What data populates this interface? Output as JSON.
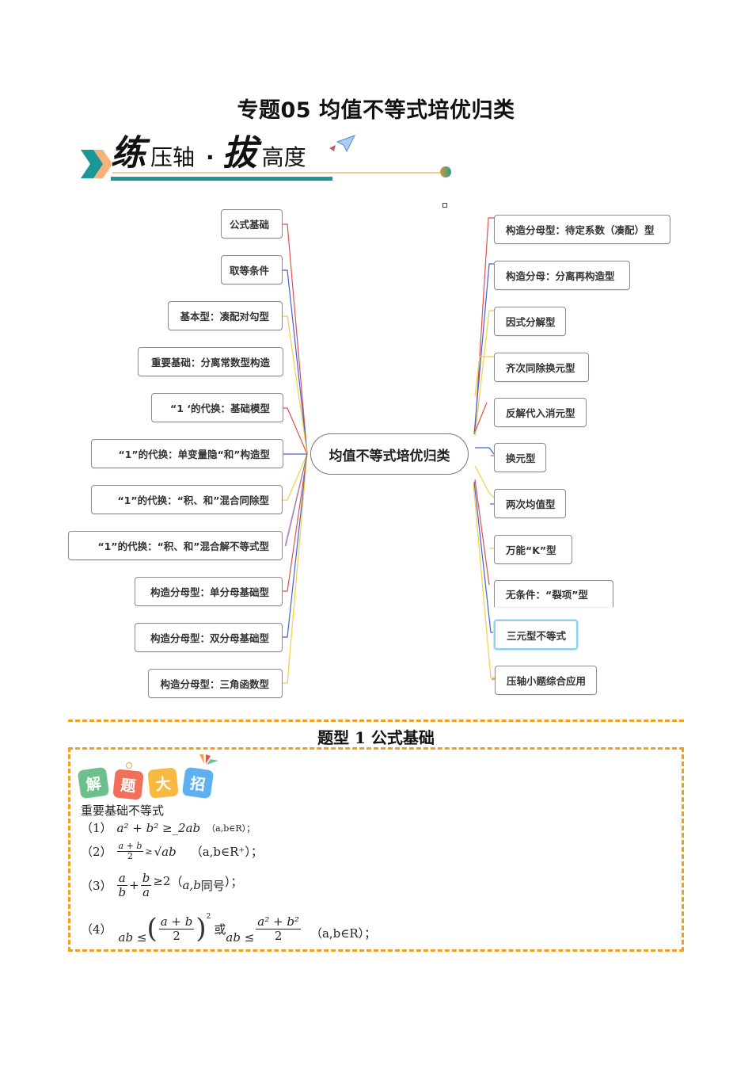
{
  "document": {
    "title": "专题05  均值不等式培优归类"
  },
  "banner": {
    "char1": "练",
    "text1": "压轴",
    "dot": "·",
    "char2": "拔",
    "text2": "高度",
    "colors": {
      "teal": "#1a9898",
      "peach": "#f3c9a0",
      "orange": "#f5b27a"
    }
  },
  "mindmap": {
    "center": "均值不等式培优归类",
    "left_nodes": [
      {
        "label": "公式基础",
        "line_color": "#e05050"
      },
      {
        "label": "取等条件",
        "line_color": "#4060d8"
      },
      {
        "label": "基本型：凑配对勾型",
        "line_color": "#f0d040"
      },
      {
        "label": "重要基础：分离常数型构造",
        "line_color": "none"
      },
      {
        "label": "“1 ‘的代换：基础模型",
        "line_color": "#e05050"
      },
      {
        "label": "“1”的代换：单变量隐“和”构造型",
        "line_color": "#4060d8"
      },
      {
        "label": "“1”的代换：“积、和”混合同除型",
        "line_color": "#f0d040"
      },
      {
        "label": "“1”的代换：“积、和”混合解不等式型",
        "line_color": "none"
      },
      {
        "label": "构造分母型：单分母基础型",
        "line_color": "#e05050"
      },
      {
        "label": "构造分母型：双分母基础型",
        "line_color": "#4060d8"
      },
      {
        "label": "构造分母型：三角函数型",
        "line_color": "#f0d040"
      }
    ],
    "right_nodes": [
      {
        "label": "构造分母型：待定系数（凑配）型",
        "line_color": "#e05050"
      },
      {
        "label": "构造分母：分离再构造型",
        "line_color": "#4060d8"
      },
      {
        "label": "因式分解型",
        "line_color": "#f0d040"
      },
      {
        "label": "齐次同除换元型",
        "line_color": "#f0d040"
      },
      {
        "label": "反解代入消元型",
        "line_color": "#e05050"
      },
      {
        "label": "换元型",
        "line_color": "#4060d8"
      },
      {
        "label": "两次均值型",
        "line_color": "#f0d040"
      },
      {
        "label": "万能“K”型",
        "line_color": "#f0d040"
      },
      {
        "label": "无条件：“裂项”型",
        "line_color": "#e05050"
      },
      {
        "label": "三元型不等式",
        "line_color": "#4060d8",
        "selected": true
      },
      {
        "label": "压轴小题综合应用",
        "line_color": "#f0d040"
      }
    ]
  },
  "section": {
    "title": "题型 1 公式基础",
    "border_color": "#f0a020",
    "badges": [
      {
        "char": "解",
        "color": "#6cc08b"
      },
      {
        "char": "题",
        "color": "#f0705a"
      },
      {
        "char": "大",
        "color": "#f7b940"
      },
      {
        "char": "招",
        "color": "#5fb0f0"
      }
    ],
    "subtitle": "重要基础不等式",
    "formulas": {
      "f1": {
        "index": "（1）",
        "lhs": "a² + b² ≥_2ab",
        "cond": "（a,b∈R）；"
      },
      "f2": {
        "index": "（2）",
        "num": "a + b",
        "den": "2",
        "rel": "≥",
        "rhs": "√ab",
        "cond": "（a,b∈R⁺）；"
      },
      "f3": {
        "index": "（3）",
        "num1": "a",
        "den1": "b",
        "num2": "b",
        "den2": "a",
        "rhs": "≥2",
        "cond_open": "（",
        "cond_var": "a,b",
        "cond_text": "同号",
        "cond_close": "）；"
      },
      "f4": {
        "index": "（4）",
        "lhs": "ab ≤",
        "num": "a + b",
        "den": "2",
        "exp": "2",
        "or": "或",
        "lhs2": "ab ≤",
        "num2": "a² + b²",
        "den2": "2",
        "cond": "（a,b∈R）；"
      }
    }
  }
}
